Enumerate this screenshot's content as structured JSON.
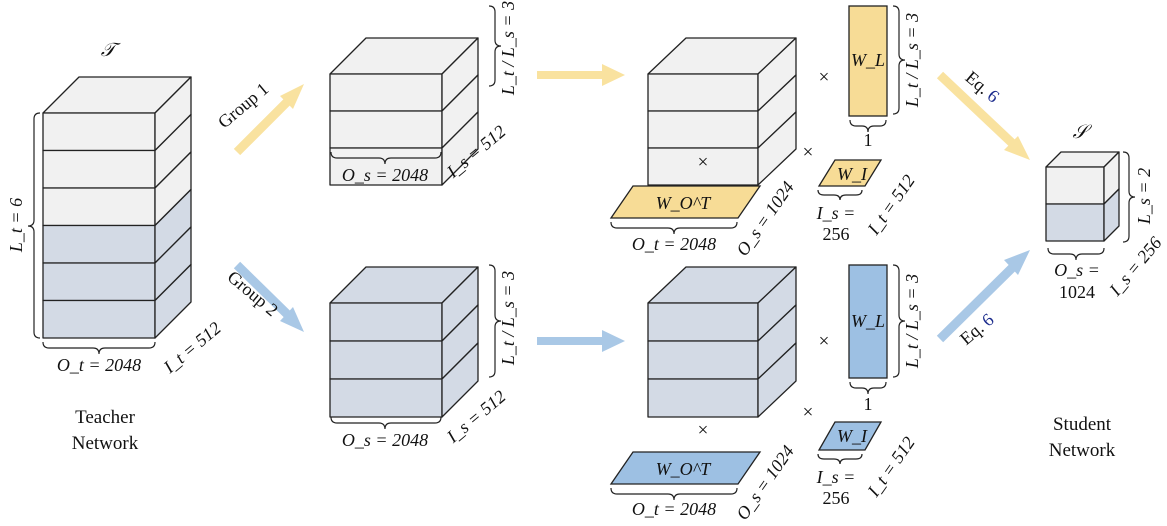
{
  "colors": {
    "light_block": "#f1f1f1",
    "blue_block": "#d3dae5",
    "yellow_matrix": "#f7dc96",
    "blue_matrix": "#9dc0e3",
    "arrow_yellow": "#f9e29f",
    "arrow_blue": "#a9c8e6",
    "equation_ref": "#1a2a8c"
  },
  "teacher": {
    "symbol": "𝒯",
    "caption_line1": "Teacher",
    "caption_line2": "Network",
    "layers_label": "L_t = 6",
    "width_label": "O_t = 2048",
    "depth_label": "I_t = 512"
  },
  "student": {
    "symbol": "𝒮",
    "caption_line1": "Student",
    "caption_line2": "Network",
    "layers_label": "L_s = 2",
    "width_label_line1": "O_s =",
    "width_label_line2": "1024",
    "depth_label": "I_s = 256"
  },
  "groups": [
    {
      "arrow_label": "Group 1",
      "color": "yellow",
      "ratio_label": "L_t / L_s = 3",
      "width_label": "O_s = 2048",
      "depth_label": "I_s = 512",
      "w_l": "W_L",
      "w_l_bottom": "1",
      "w_o": "W_O^T",
      "w_o_width": "O_t = 2048",
      "w_o_depth": "O_s = 1024",
      "w_i": "W_I",
      "w_i_width_line1": "I_s =",
      "w_i_width_line2": "256",
      "w_i_depth": "I_t = 512",
      "times": "×",
      "eq_text": "Eq.",
      "eq_ref": "6"
    },
    {
      "arrow_label": "Group 2",
      "color": "blue",
      "ratio_label": "L_t / L_s = 3",
      "width_label": "O_s = 2048",
      "depth_label": "I_s = 512",
      "w_l": "W_L",
      "w_l_bottom": "1",
      "w_o": "W_O^T",
      "w_o_width": "O_t = 2048",
      "w_o_depth": "O_s = 1024",
      "w_i": "W_I",
      "w_i_width_line1": "I_s =",
      "w_i_width_line2": "256",
      "w_i_depth": "I_t = 512",
      "times": "×",
      "eq_text": "Eq.",
      "eq_ref": "6"
    }
  ]
}
